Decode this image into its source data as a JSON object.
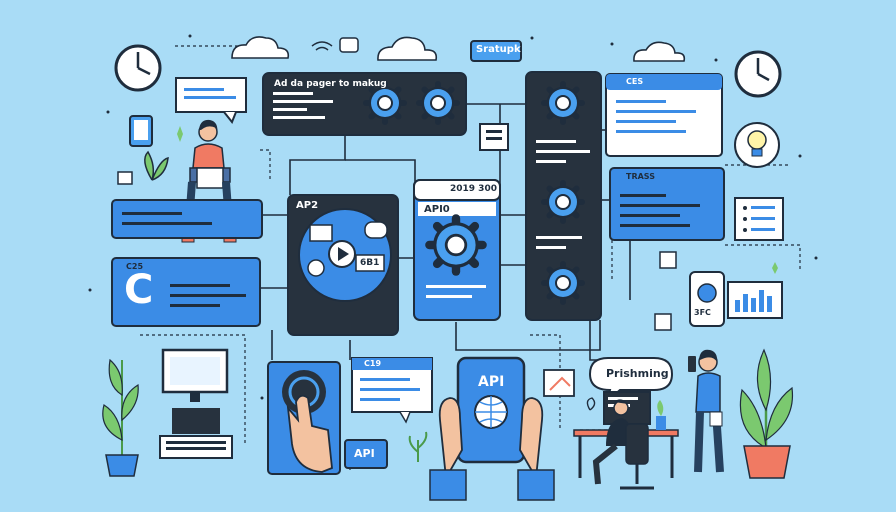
{
  "top_badge": "Sratupk",
  "dark_panel_top": {
    "title": "Ad da pager to makug"
  },
  "api_left_panel": {
    "title": "AP2"
  },
  "api_center_panel": {
    "title": "API0",
    "numbers": "2019  300"
  },
  "right_blue_panel": {
    "title": "CES"
  },
  "right_mid_panel": {
    "title": "TRASS"
  },
  "left_blue_panel": {
    "title": "C25",
    "glyph": "C"
  },
  "bottom_code_panel": {
    "title": "C19"
  },
  "phone_label": "API",
  "api_tag": "API",
  "speech_label": "Prishming",
  "tablet_label": "3FC",
  "bubble_label": "6B1",
  "colors": {
    "background": "#a9dcf6",
    "dark": "#27323e",
    "blue": "#3b8ce6",
    "outline": "#1f2d3d"
  }
}
